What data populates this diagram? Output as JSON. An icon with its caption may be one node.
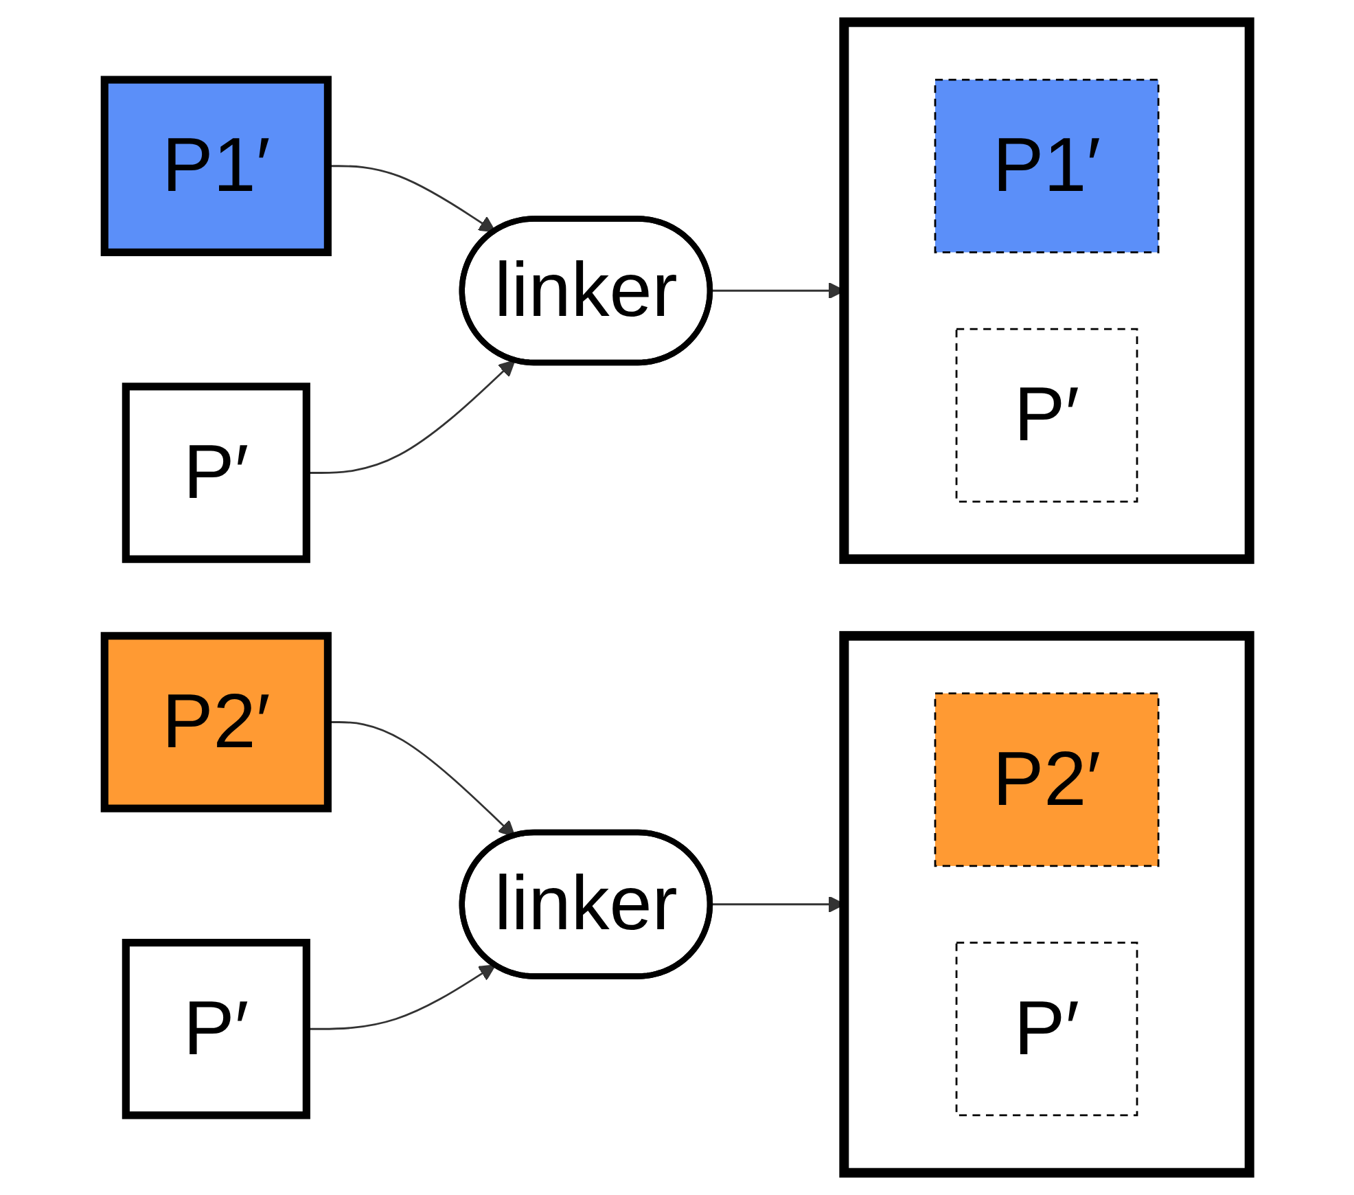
{
  "diagram": {
    "nodes": [
      {
        "text": [
          "P1′"
        ]
      },
      {
        "text": [
          "P′"
        ]
      },
      {
        "text": [
          "linker"
        ]
      },
      {
        "text": [],
        "shape": "box"
      },
      {
        "text": [
          "P1′"
        ],
        "in": 3
      },
      {
        "text": [
          "P′"
        ],
        "in": 3
      },
      {
        "text": [
          "P2′"
        ]
      },
      {
        "text": [
          "P′"
        ]
      },
      {
        "text": [
          "linker"
        ]
      },
      {
        "text": [],
        "shape": "box"
      },
      {
        "text": [
          "P2′"
        ],
        "in": 9
      },
      {
        "text": [
          "P′"
        ],
        "in": 9
      }
    ],
    "edges": [
      {
        "from": 0,
        "to": 2,
        "arrow": "to"
      },
      {
        "from": 1,
        "to": 2,
        "arrow": "to"
      },
      {
        "from": 2,
        "to": 3,
        "arrow": "to"
      },
      {
        "from": 6,
        "to": 8,
        "arrow": "to"
      },
      {
        "from": 7,
        "to": 8,
        "arrow": "to"
      },
      {
        "from": 8,
        "to": 9,
        "arrow": "to"
      }
    ]
  }
}
